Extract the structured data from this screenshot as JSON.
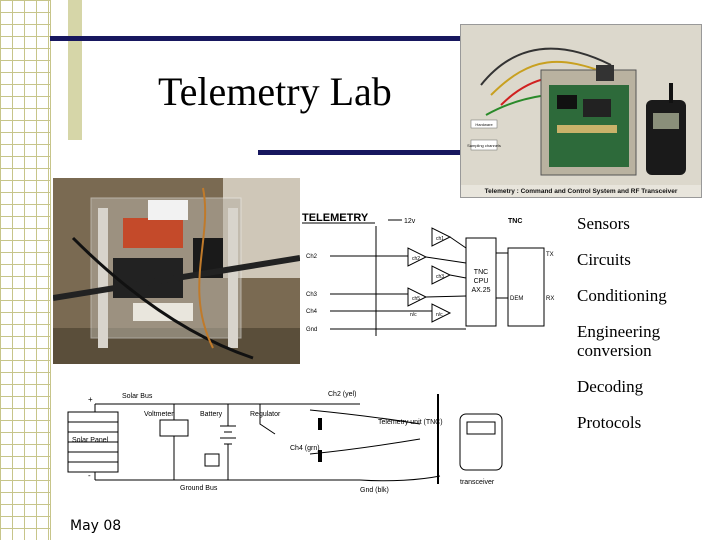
{
  "slide": {
    "title": "Telemetry Lab",
    "footer": "May 08",
    "topics": [
      "Sensors",
      "Circuits",
      "Conditioning",
      "Engineering conversion",
      "Decoding",
      "Protocols"
    ]
  },
  "photo_transceiver": {
    "caption": "Telemetry : Command and Control System and RF Transceiver",
    "labels": [
      "Hardware",
      "Sampling channels"
    ]
  },
  "diagram_telemetry": {
    "heading": "TELEMETRY",
    "voltage": "12v",
    "tnc_label": "TNC",
    "tnc_box": [
      "TNC",
      "CPU",
      "AX.25"
    ],
    "channels": [
      "Ch2",
      "Ch3",
      "Ch4",
      "Gnd"
    ],
    "amps": [
      "ch1",
      "ch2",
      "ch3",
      "ch5",
      "n/c",
      "n/c"
    ],
    "ports": [
      "TX",
      "RX",
      "DEM"
    ]
  },
  "diagram_bus": {
    "solar_bus": "Solar Bus",
    "ground_bus": "Ground Bus",
    "voltmeter": "Voltmeter",
    "battery": "Battery",
    "regulator": "Regulator",
    "solar_panel": "Solar Panel",
    "telemetry_unit": "Telemetry unit (TNC)",
    "transceiver": "transceiver",
    "ch2": "Ch2 (yel)",
    "ch4": "Ch4 (grn)",
    "gnd": "Gnd (blk)",
    "plus": "+",
    "minus": "-"
  },
  "colors": {
    "navy": "#17175f",
    "olive": "#d6d6a8",
    "grid": "#c7c58a"
  }
}
